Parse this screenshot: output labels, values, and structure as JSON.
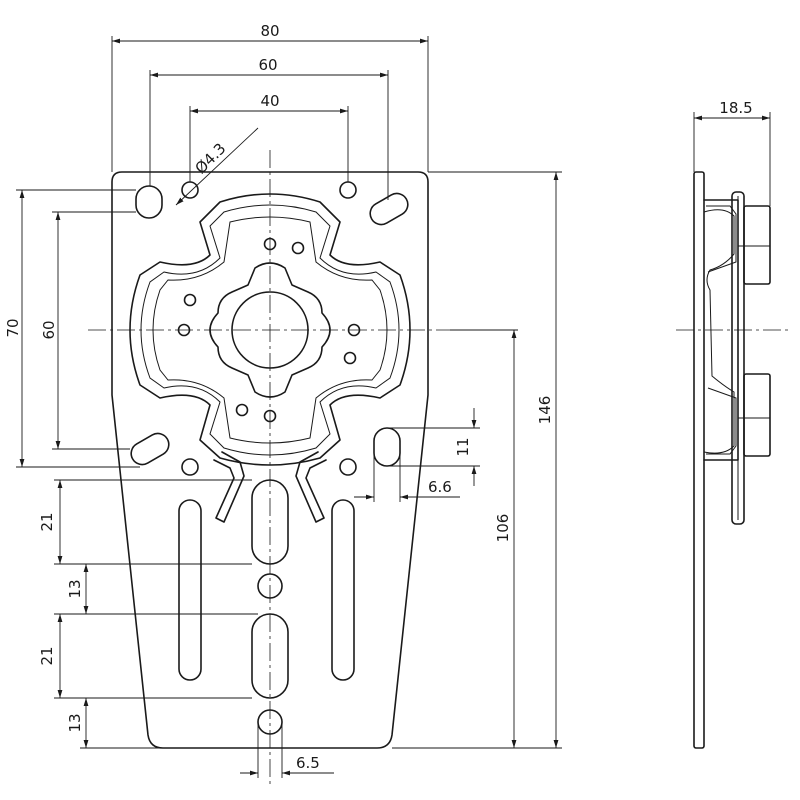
{
  "drawing": {
    "dimensions": {
      "width_80": "80",
      "width_60": "60",
      "width_40": "40",
      "hole_dia": "Ø4.3",
      "height_70": "70",
      "height_60": "60",
      "height_146": "146",
      "height_106": "106",
      "slot_11": "11",
      "slot_6_6": "6.6",
      "gap_21_a": "21",
      "gap_13_a": "13",
      "gap_21_b": "21",
      "gap_13_b": "13",
      "slot_6_5": "6.5",
      "depth_18_5": "18.5"
    }
  }
}
